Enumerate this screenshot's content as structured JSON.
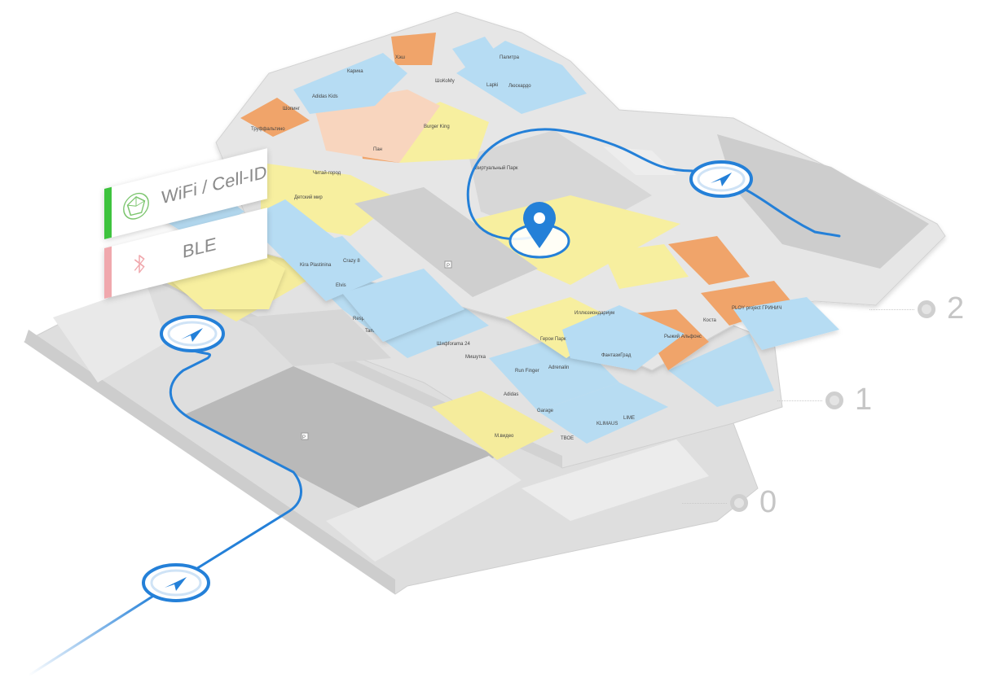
{
  "floors": [
    {
      "label": "2"
    },
    {
      "label": "1"
    },
    {
      "label": "0"
    }
  ],
  "tech_cards": {
    "wifi": {
      "label": "WiFi / Cell-ID",
      "accent": "#3ec33e",
      "icon": "wifi-network-icon"
    },
    "ble": {
      "label": "BLE",
      "accent": "#f0a8ad",
      "icon": "bluetooth-icon"
    }
  },
  "stores": {
    "paliтра": "Палитра",
    "kids_top": "Хэш",
    "karika": "Карика",
    "adidas_kids": "Adidas Kids",
    "shokomy": "ШоКоМу",
    "lapki": "Lapki",
    "lyuskardo": "Люскардо",
    "shopping": "Шопинг",
    "burger_king": "Burger King",
    "truffaltino": "Труффальтино",
    "pan": "Пан",
    "chitay_gorod": "Читай-город",
    "detskiy_mir": "Детский мир",
    "virtual_park": "Виртуальный Парк",
    "kira_plastinina": "Kira Plastinina",
    "crazy8": "Crazy 8",
    "elvis": "Elvis",
    "respect": "Respect",
    "tamaris": "Tamaris",
    "illusion": "Иллюзиондариум",
    "geroi_park": "Герои Парк",
    "fantazigrad": "ФантазиГрад",
    "ryzhiy": "Рыжий Альфонс",
    "playprojekt": "PLOY project ГРИНИЧ",
    "kosta": "Коста",
    "shifforama": "Шифforama 24",
    "mishutka": "Мишутка",
    "run_finger": "Run Finger",
    "adrenalin": "Adrenalin",
    "adidas": "Adidas",
    "garage": "Garage",
    "mvideo": "М.видео",
    "tsve": "ТВОЕ",
    "stockmann": "KLIMAUS",
    "lime": "LIME",
    "parking": "P"
  },
  "colors": {
    "route": "#2480d8",
    "food": "#f0a46a",
    "shops": "#b5dcf1",
    "anchor": "#f8f0a0",
    "floor": "#e5e5e5",
    "parking": "#c9c9c9"
  }
}
